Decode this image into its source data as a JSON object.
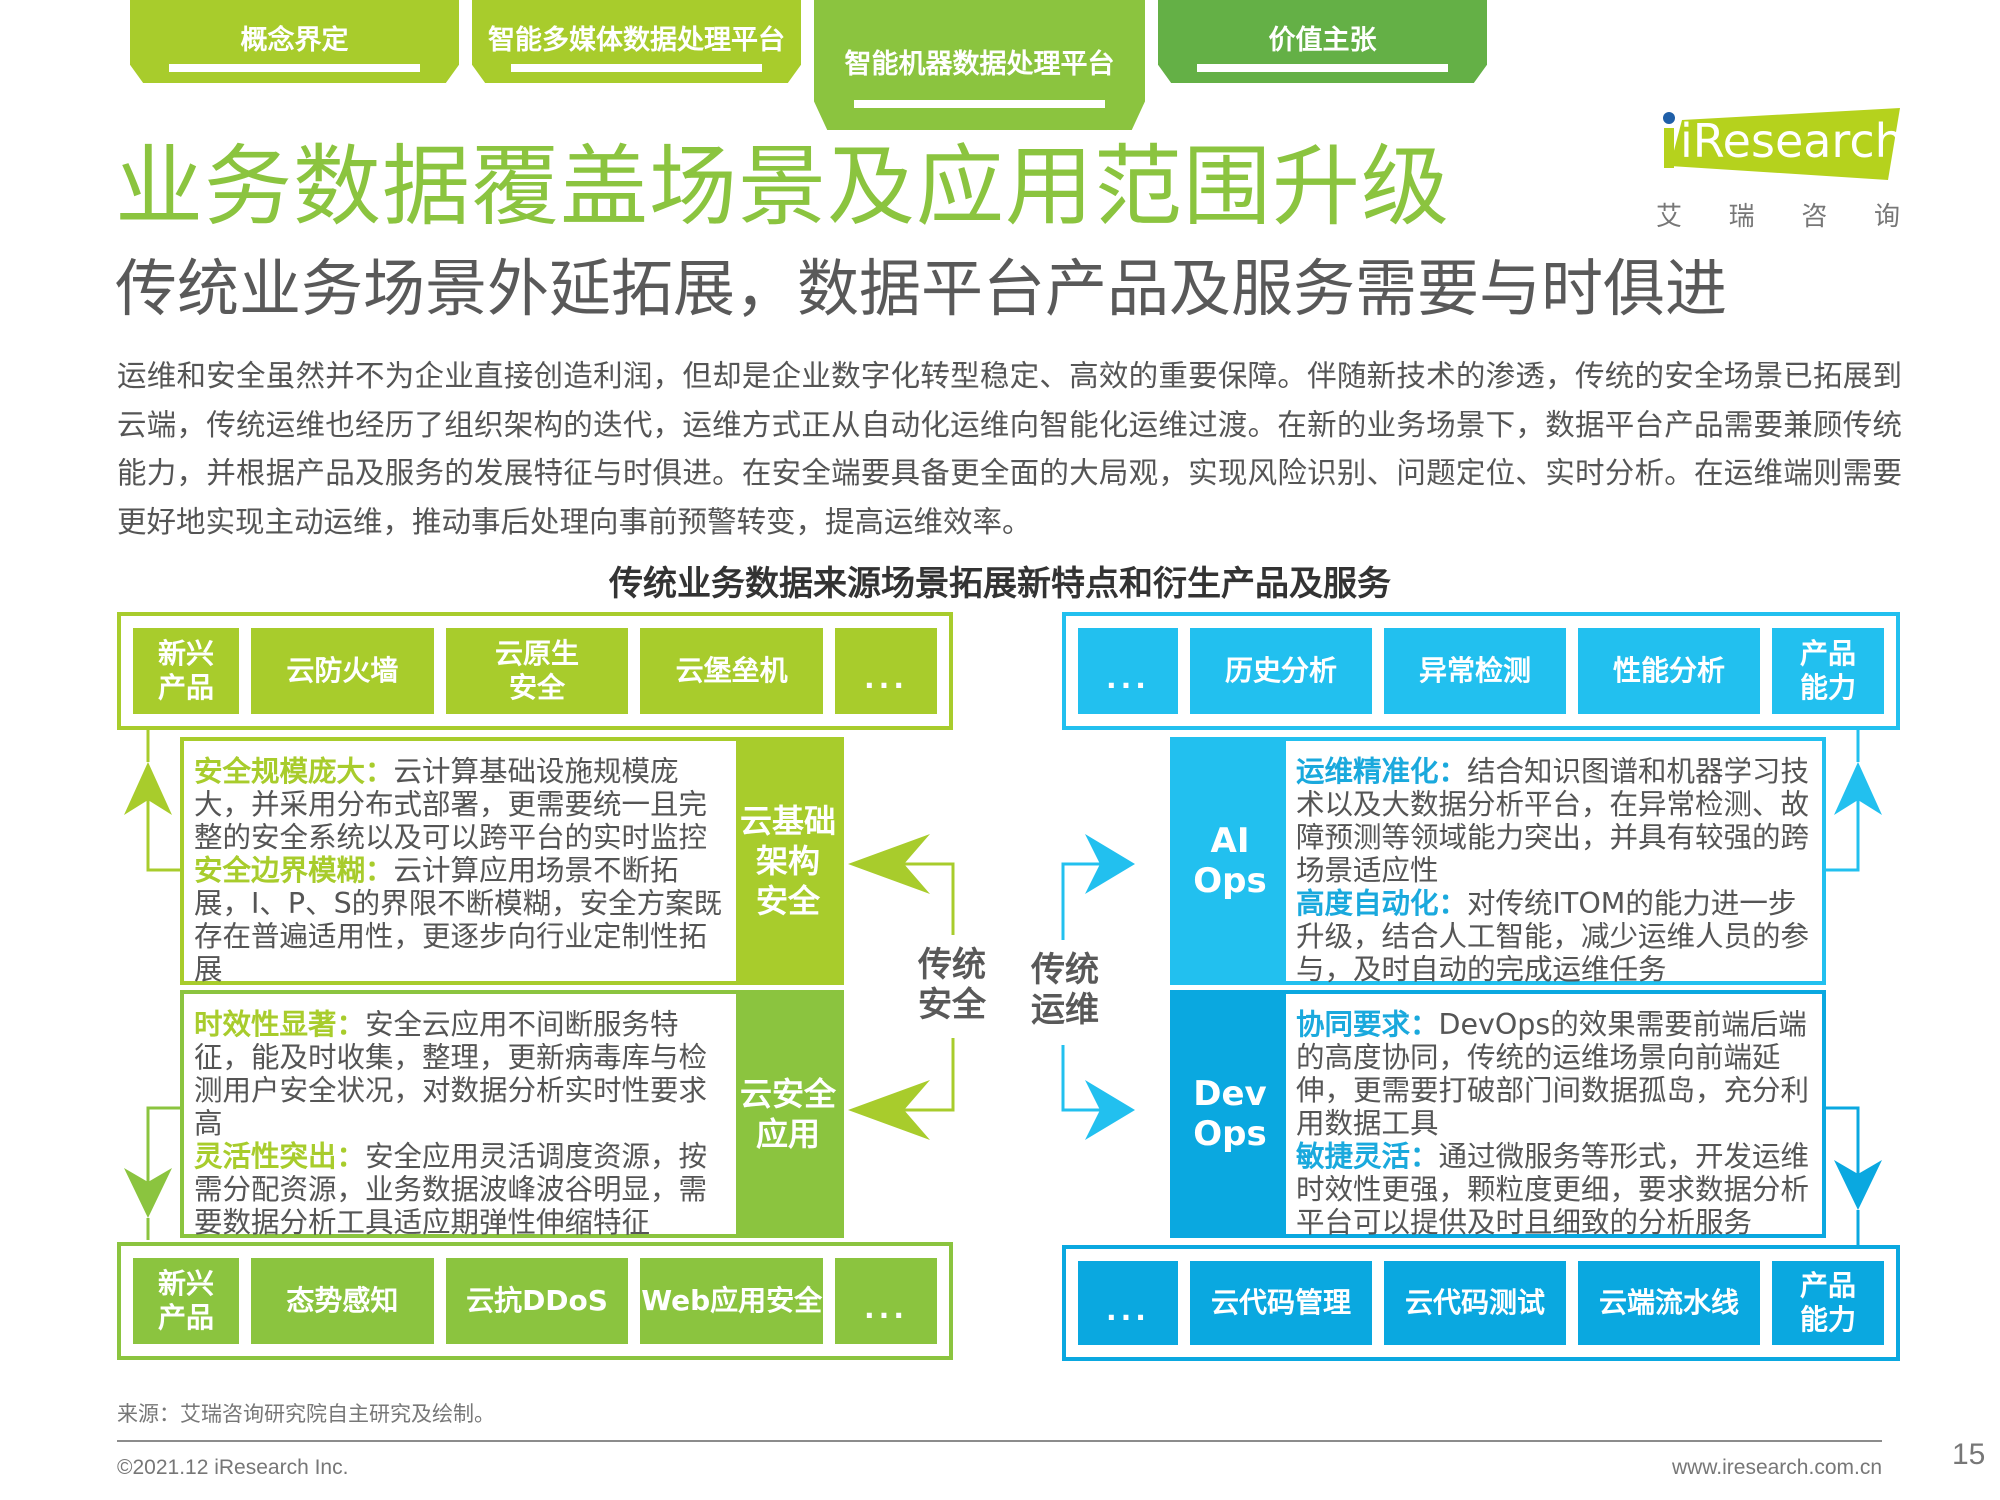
{
  "nav_tabs": [
    {
      "label": "概念界定",
      "active": false,
      "color": "#a8cc2c"
    },
    {
      "label": "智能多媒体数据处理平台",
      "active": false,
      "color": "#a8cc2c"
    },
    {
      "label": "智能机器数据处理平台",
      "active": true,
      "color": "#8bc43f"
    },
    {
      "label": "价值主张",
      "active": false,
      "color": "#64b046"
    }
  ],
  "header": {
    "title": "业务数据覆盖场景及应用范围升级",
    "subtitle": "传统业务场景外延拓展，数据平台产品及服务需要与时俱进"
  },
  "logo": {
    "text": "iResearch",
    "cn_chars": [
      "艾",
      "瑞",
      "咨",
      "询"
    ]
  },
  "body": {
    "paragraph": "运维和安全虽然并不为企业直接创造利润，但却是企业数字化转型稳定、高效的重要保障。伴随新技术的渗透，传统的安全场景已拓展到云端，传统运维也经历了组织架构的迭代，运维方式正从自动化运维向智能化运维过渡。在新的业务场景下，数据平台产品需要兼顾传统能力，并根据产品及服务的发展特征与时俱进。在安全端要具备更全面的大局观，实现风险识别、问题定位、实时分析。在运维端则需要更好地实现主动运维，推动事后处理向事前预警转变，提高运维效率。"
  },
  "diagram": {
    "title": "传统业务数据来源场景拓展新特点和衍生产品及服务",
    "colors": {
      "green_light": "#a8cc2c",
      "green": "#8bc43f",
      "blue_light": "#22c0ef",
      "blue": "#0aa8e0"
    },
    "security": {
      "center_label_1": "传统",
      "center_label_2": "安全",
      "top_products": [
        "新兴产品",
        "云防火墙",
        "云原生安全",
        "云堡垒机",
        "..."
      ],
      "top_products_lines": [
        [
          "新兴",
          "产品"
        ],
        [
          "云防火墙"
        ],
        [
          "云原生",
          "安全"
        ],
        [
          "云堡垒机"
        ],
        [
          "..."
        ]
      ],
      "bottom_products_lines": [
        [
          "新兴",
          "产品"
        ],
        [
          "态势感知"
        ],
        [
          "云抗DDoS"
        ],
        [
          "Web应用安全"
        ],
        [
          "..."
        ]
      ],
      "infra": {
        "side_label_lines": [
          "云基础",
          "架构",
          "安全"
        ],
        "points": [
          {
            "key": "安全规模庞大：",
            "text": "云计算基础设施规模庞大，并采用分布式部署，更需要统一且完整的安全系统以及可以跨平台的实时监控"
          },
          {
            "key": "安全边界模糊：",
            "text": "云计算应用场景不断拓展，I、P、S的界限不断模糊，安全方案既存在普遍适用性，更逐步向行业定制性拓展"
          }
        ]
      },
      "app": {
        "side_label_lines": [
          "云安全",
          "应用"
        ],
        "points": [
          {
            "key": "时效性显著：",
            "text": "安全云应用不间断服务特征，能及时收集，整理，更新病毒库与检测用户安全状况，对数据分析实时性要求高"
          },
          {
            "key": "灵活性突出：",
            "text": "安全应用灵活调度资源，按需分配资源，业务数据波峰波谷明显，需要数据分析工具适应期弹性伸缩特征"
          }
        ]
      }
    },
    "ops": {
      "center_label_1": "传统",
      "center_label_2": "运维",
      "top_products_lines": [
        [
          "..."
        ],
        [
          "历史分析"
        ],
        [
          "异常检测"
        ],
        [
          "性能分析"
        ],
        [
          "产品",
          "能力"
        ]
      ],
      "bottom_products_lines": [
        [
          "..."
        ],
        [
          "云代码管理"
        ],
        [
          "云代码测试"
        ],
        [
          "云端流水线"
        ],
        [
          "产品",
          "能力"
        ]
      ],
      "aiops": {
        "side_label_lines": [
          "AI",
          "Ops"
        ],
        "points": [
          {
            "key": "运维精准化：",
            "text": "结合知识图谱和机器学习技术以及大数据分析平台，在异常检测、故障预测等领域能力突出，并具有较强的跨场景适应性"
          },
          {
            "key": "高度自动化：",
            "text": "对传统ITOM的能力进一步升级，结合人工智能，减少运维人员的参与，及时自动的完成运维任务"
          }
        ]
      },
      "devops": {
        "side_label_lines": [
          "Dev",
          "Ops"
        ],
        "points": [
          {
            "key": "协同要求：",
            "text": "DevOps的效果需要前端后端的高度协同，传统的运维场景向前端延伸，更需要打破部门间数据孤岛，充分利用数据工具"
          },
          {
            "key": "敏捷灵活：",
            "text": "通过微服务等形式，开发运维时效性更强，颗粒度更细，要求数据分析平台可以提供及时且细致的分析服务"
          }
        ]
      }
    }
  },
  "footer": {
    "source": "来源：艾瑞咨询研究院自主研究及绘制。",
    "copyright": "©2021.12 iResearch Inc.",
    "url": "www.iresearch.com.cn",
    "page_number": "15"
  }
}
